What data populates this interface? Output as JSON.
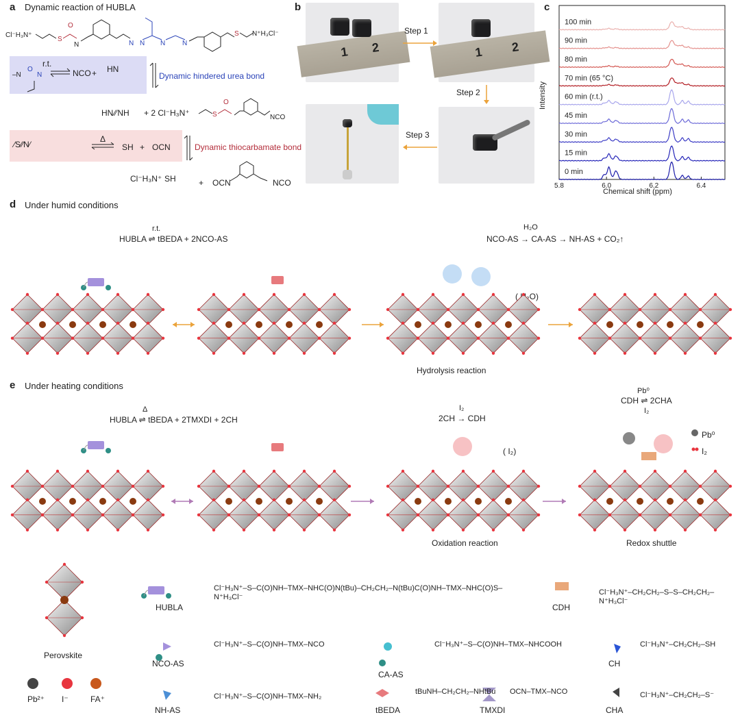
{
  "panel_a": {
    "letter": "a",
    "title": "Dynamic reaction of HUBLA",
    "rt": "r.t.",
    "nco": "NCO",
    "hindered_urea": "Dynamic hindered urea bond",
    "thiocarbamate": "Dynamic thiocarbamate bond",
    "delta": "Δ",
    "sh": "SH",
    "ocn": "OCN",
    "plus": "+",
    "two_cl": "+ 2 Cl⁻H₃N⁺",
    "cl_h3n": "Cl⁻H₃N⁺",
    "nh3cl": "N⁺H₃Cl⁻"
  },
  "panel_b": {
    "letter": "b",
    "steps": [
      "Step 1",
      "Step 2",
      "Step 3"
    ],
    "ruler_marks": [
      "1",
      "2"
    ]
  },
  "panel_c": {
    "letter": "c",
    "ylabel": "Intensity",
    "xlabel": "Chemical shift (ppm)",
    "xticks": [
      "5.8",
      "6.0",
      "6.2",
      "6.4"
    ],
    "traces": [
      {
        "label": "100 min",
        "color": "#eab0ad"
      },
      {
        "label": "90 min",
        "color": "#e4908c"
      },
      {
        "label": "80 min",
        "color": "#d35650"
      },
      {
        "label": "70 min (65 °C)",
        "color": "#b21c22"
      },
      {
        "label": "60 min (r.t.)",
        "color": "#a8a6ec"
      },
      {
        "label": "45 min",
        "color": "#6b69d8"
      },
      {
        "label": "30 min",
        "color": "#3b3bc5"
      },
      {
        "label": "15 min",
        "color": "#2424b8"
      },
      {
        "label": "0 min",
        "color": "#1a1aa8"
      }
    ]
  },
  "panel_d": {
    "letter": "d",
    "title": "Under humid conditions",
    "eq1_top": "r.t.",
    "eq1": "HUBLA ⇌ tBEDA + 2NCO-AS",
    "eq2_top": "H₂O",
    "eq2": "NCO-AS → CA-AS → NH-AS + CO₂↑",
    "water": "( H₂O)",
    "caption": "Hydrolysis reaction"
  },
  "panel_e": {
    "letter": "e",
    "title": "Under heating conditions",
    "eq1_top": "Δ",
    "eq1": "HUBLA ⇌ tBEDA + 2TMXDI + 2CH",
    "eq2_top": "I₂",
    "eq2": "2CH → CDH",
    "eq3_top": "Pb⁰",
    "eq3": "CDH ⇌ 2CHA",
    "eq3_bottom": "I₂",
    "iodine": "( I₂)",
    "legend_pb": "Pb⁰",
    "legend_i2": "I₂",
    "caption1": "Oxidation reaction",
    "caption2": "Redox shuttle"
  },
  "legend": {
    "perovskite": "Perovskite",
    "ions": [
      {
        "label": "Pb²⁺",
        "color": "#444444"
      },
      {
        "label": "I⁻",
        "color": "#e8363f"
      },
      {
        "label": "FA⁺",
        "color": "#c8581c"
      }
    ],
    "items": [
      {
        "label": "HUBLA",
        "formula": "Cl⁻H₃N⁺–S–C(O)NH–TMX–NHC(O)N(tBu)–CH₂CH₂–N(tBu)C(O)NH–TMX–NHC(O)S–N⁺H₃Cl⁻"
      },
      {
        "label": "CDH",
        "formula": "Cl⁻H₃N⁺–CH₂CH₂–S–S–CH₂CH₂–N⁺H₃Cl⁻"
      },
      {
        "label": "NCO-AS",
        "formula": "Cl⁻H₃N⁺–S–C(O)NH–TMX–NCO"
      },
      {
        "label": "CA-AS",
        "formula": "Cl⁻H₃N⁺–S–C(O)NH–TMX–NHCOOH"
      },
      {
        "label": "CH",
        "formula": "Cl⁻H₃N⁺–CH₂CH₂–SH"
      },
      {
        "label": "NH-AS",
        "formula": "Cl⁻H₃N⁺–S–C(O)NH–TMX–NH₂"
      },
      {
        "label": "tBEDA",
        "formula": "tBuNH–CH₂CH₂–NHtBu"
      },
      {
        "label": "TMXDI",
        "formula": "OCN–TMX–NCO"
      },
      {
        "label": "CHA",
        "formula": "Cl⁻H₃N⁺–CH₂CH₂–S⁻"
      }
    ]
  }
}
